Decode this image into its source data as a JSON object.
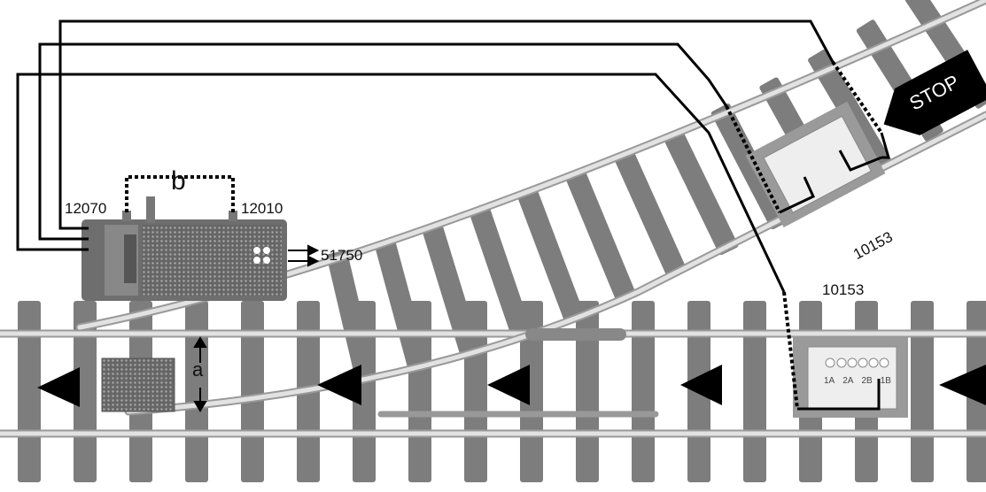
{
  "labels": {
    "switch_motor_left": "12070",
    "switch_motor_right": "12010",
    "distance_b": "b",
    "distance_a": "a",
    "output": "51750",
    "track_upper": "10153",
    "track_lower": "10153",
    "stop_sign": "STOP"
  },
  "terminals": [
    "1A",
    "2A",
    "2B",
    "1B"
  ],
  "colors": {
    "rail": "#c8c8c8",
    "tie": "#7d7d7d",
    "wire": "#000000",
    "box": "#6e6e6e"
  }
}
